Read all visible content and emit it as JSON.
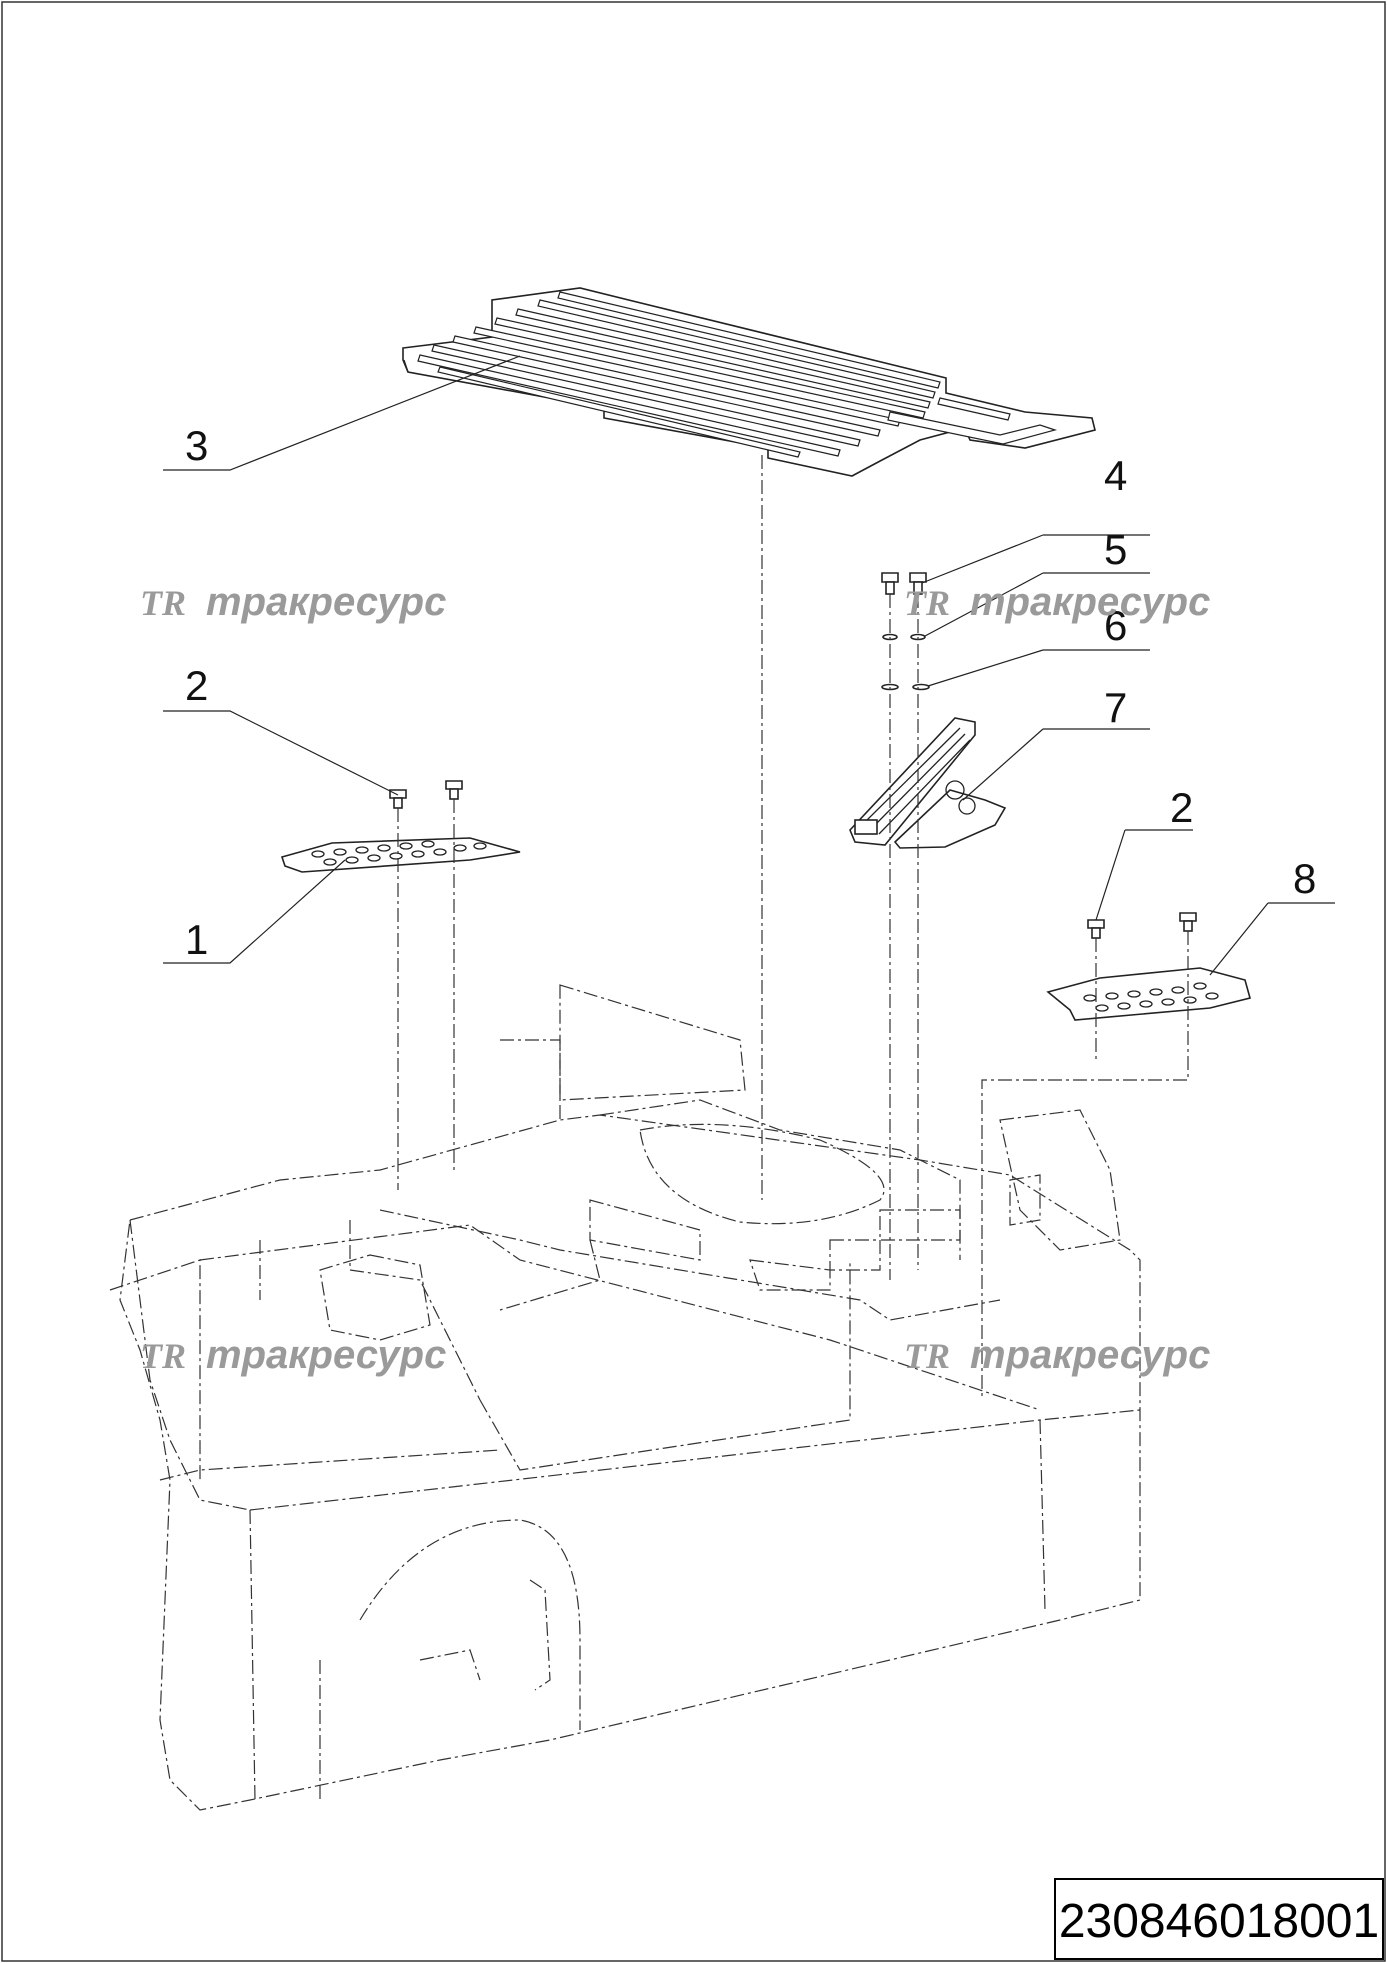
{
  "drawing": {
    "number": "230846018001",
    "callouts": [
      {
        "id": "c1",
        "label": "1"
      },
      {
        "id": "c2a",
        "label": "2"
      },
      {
        "id": "c2b",
        "label": "2"
      },
      {
        "id": "c3",
        "label": "3"
      },
      {
        "id": "c4",
        "label": "4"
      },
      {
        "id": "c5",
        "label": "5"
      },
      {
        "id": "c6",
        "label": "6"
      },
      {
        "id": "c7",
        "label": "7"
      },
      {
        "id": "c8",
        "label": "8"
      }
    ]
  },
  "watermark": {
    "logo": "TR",
    "text": "тракресурс"
  },
  "colors": {
    "line": "#222222",
    "watermark": "#9a9a9a",
    "background": "#ffffff"
  }
}
